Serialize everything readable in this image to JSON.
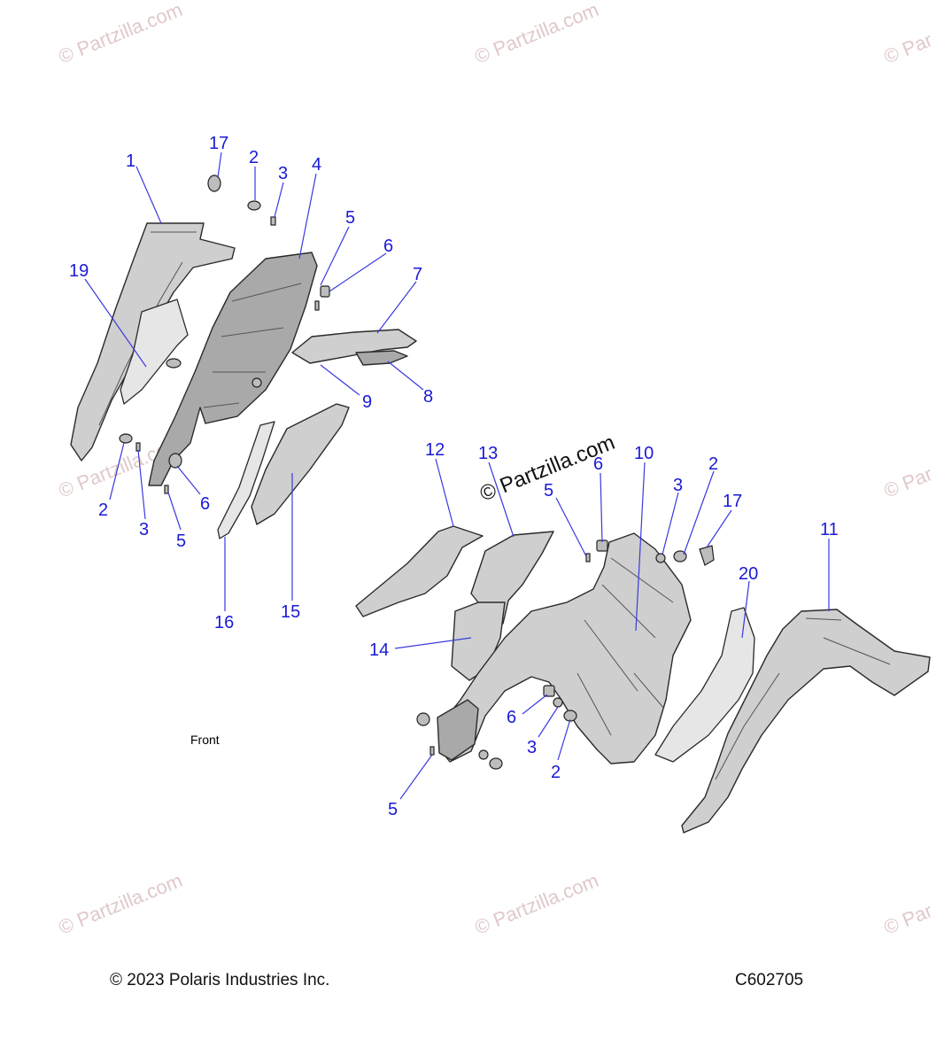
{
  "watermark": {
    "text": "© Partzilla.com",
    "text_partial": "© Par",
    "center_text": "© Partzilla.com"
  },
  "front_label": "Front",
  "callouts": {
    "c1": "1",
    "c19": "19",
    "c17a": "17",
    "c2a": "2",
    "c3a": "3",
    "c4": "4",
    "c5a": "5",
    "c6a": "6",
    "c7": "7",
    "c8": "8",
    "c9": "9",
    "c2b": "2",
    "c3b": "3",
    "c5b": "5",
    "c6b": "6",
    "c16": "16",
    "c15": "15",
    "c12": "12",
    "c13": "13",
    "c14": "14",
    "c5c": "5",
    "c6c": "6",
    "c10": "10",
    "c3c": "3",
    "c2c": "2",
    "c17b": "17",
    "c11": "11",
    "c20": "20",
    "c6d": "6",
    "c3d": "3",
    "c2d": "2",
    "c5d": "5"
  },
  "footer": {
    "copyright": "© 2023 Polaris Industries Inc.",
    "diagram_code": "C602705"
  }
}
